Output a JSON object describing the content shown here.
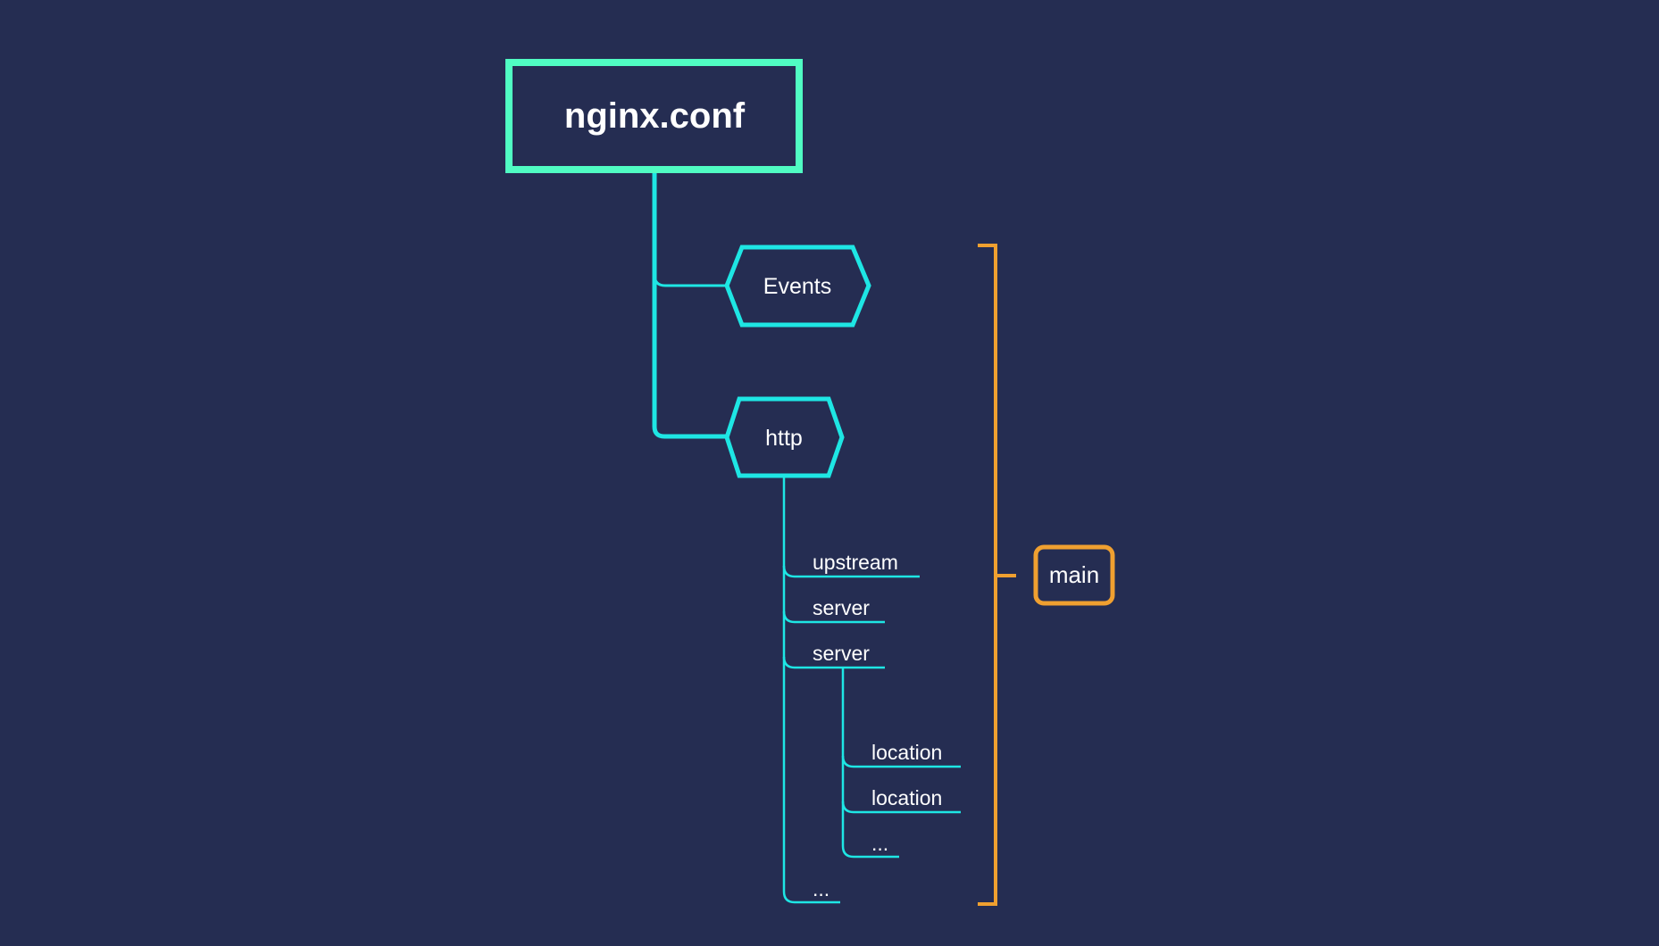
{
  "root": {
    "label": "nginx.conf"
  },
  "blocks": [
    {
      "label": "Events"
    },
    {
      "label": "http"
    }
  ],
  "http_children": [
    {
      "label": "upstream"
    },
    {
      "label": "server"
    },
    {
      "label": "server"
    },
    {
      "label": "..."
    }
  ],
  "server_children": [
    {
      "label": "location"
    },
    {
      "label": "location"
    },
    {
      "label": "..."
    }
  ],
  "context": {
    "label": "main"
  },
  "colors": {
    "background": "#252d52",
    "root": "#50fcc3",
    "tree": "#1ee6e4",
    "context": "#f0a030"
  }
}
